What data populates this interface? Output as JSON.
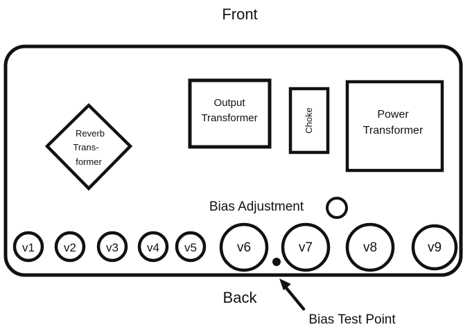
{
  "labels": {
    "front": "Front",
    "back": "Back",
    "bias_adjustment": "Bias Adjustment",
    "bias_test_point": "Bias Test Point"
  },
  "components": {
    "reverb_transformer": {
      "lines": [
        "Reverb",
        "Trans-",
        "former"
      ]
    },
    "output_transformer": {
      "lines": [
        "Output",
        "Transformer"
      ]
    },
    "choke": {
      "label": "Choke"
    },
    "power_transformer": {
      "lines": [
        "Power",
        "Transformer"
      ]
    }
  },
  "tubes": [
    "v1",
    "v2",
    "v3",
    "v4",
    "v5",
    "v6",
    "v7",
    "v8",
    "v9"
  ],
  "colors": {
    "stroke": "#111111",
    "background": "#ffffff"
  }
}
